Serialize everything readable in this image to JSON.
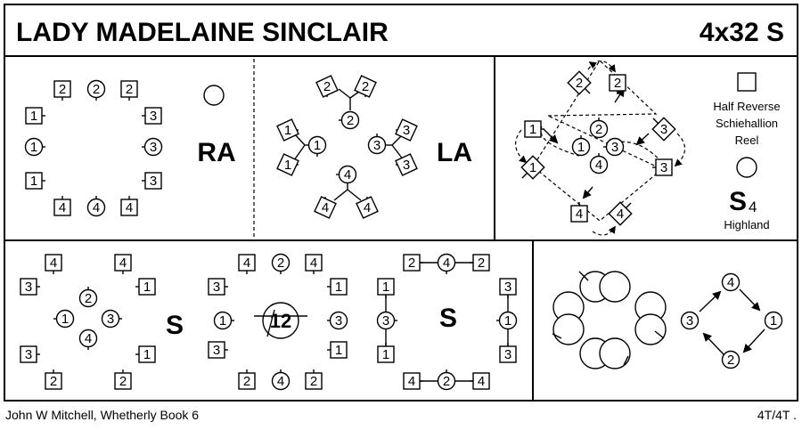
{
  "title": "LADY MADELAINE SINCLAIR",
  "form": "4x32 S",
  "footer": {
    "author": "John W Mitchell, Whetherly Book 6",
    "code": "4T/4T ."
  },
  "panels": {
    "p1": {
      "figure": "RA"
    },
    "p2": {
      "figure": "LA"
    },
    "p3": {
      "legend_reel_l1": "Half Reverse",
      "legend_reel_l2": "Schiehallion",
      "legend_reel_l3": "Reel",
      "legend_s": "S",
      "legend_s_sub": "4",
      "legend_s_label": "Highland"
    },
    "p4": {
      "figure": "S"
    },
    "p5": {
      "center": "12"
    },
    "p6": {
      "figure": "S"
    }
  },
  "dancers": [
    "1",
    "2",
    "3",
    "4"
  ]
}
